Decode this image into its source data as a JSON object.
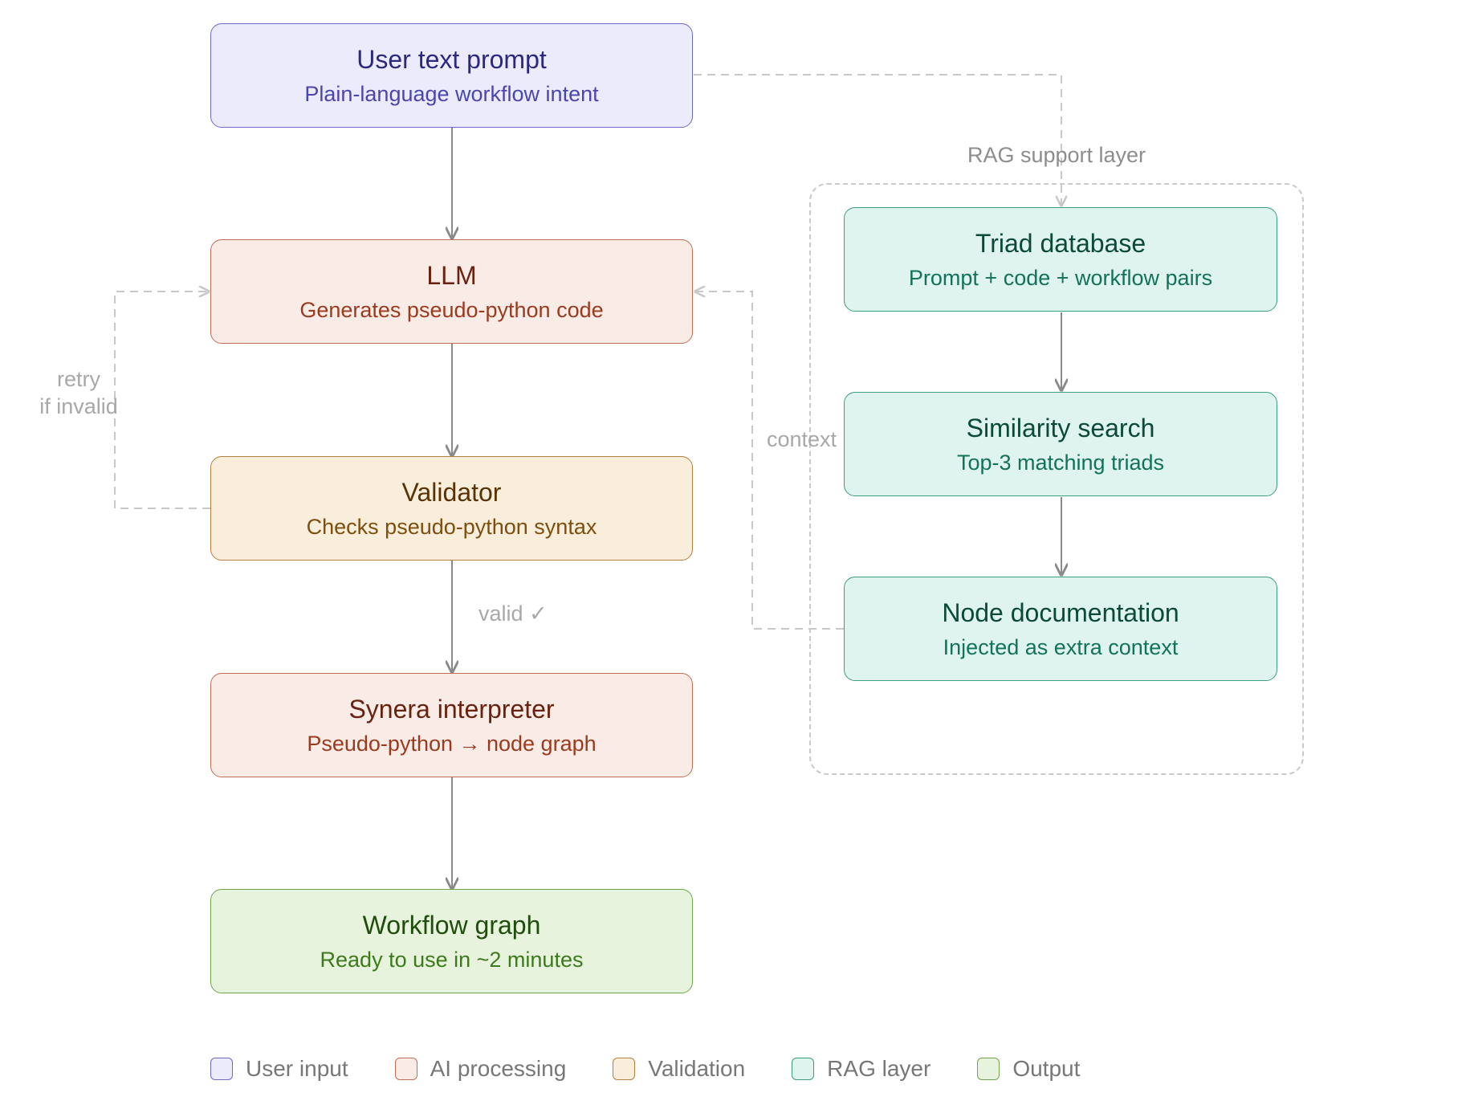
{
  "nodes": {
    "user_prompt": {
      "title": "User text prompt",
      "subtitle": "Plain-language workflow intent",
      "category": "user_input"
    },
    "llm": {
      "title": "LLM",
      "subtitle": "Generates pseudo-python code",
      "category": "ai_processing"
    },
    "validator": {
      "title": "Validator",
      "subtitle": "Checks pseudo-python syntax",
      "category": "validation"
    },
    "interpreter": {
      "title": "Synera interpreter",
      "subtitle": "Pseudo-python → node graph",
      "category": "ai_processing"
    },
    "workflow_graph": {
      "title": "Workflow graph",
      "subtitle": "Ready to use in ~2 minutes",
      "category": "output"
    },
    "triad_db": {
      "title": "Triad database",
      "subtitle": "Prompt + code + workflow pairs",
      "category": "rag_layer"
    },
    "similarity": {
      "title": "Similarity search",
      "subtitle": "Top-3 matching triads",
      "category": "rag_layer"
    },
    "node_docs": {
      "title": "Node documentation",
      "subtitle": "Injected as extra context",
      "category": "rag_layer"
    }
  },
  "group": {
    "label": "RAG support layer"
  },
  "edge_labels": {
    "retry_line1": "retry",
    "retry_line2": "if invalid",
    "context": "context",
    "valid": "valid ✓"
  },
  "edges": [
    {
      "from": "user_prompt",
      "to": "llm",
      "style": "solid"
    },
    {
      "from": "llm",
      "to": "validator",
      "style": "solid"
    },
    {
      "from": "validator",
      "to": "interpreter",
      "style": "solid",
      "label": "valid ✓"
    },
    {
      "from": "interpreter",
      "to": "workflow_graph",
      "style": "solid"
    },
    {
      "from": "validator",
      "to": "llm",
      "style": "dashed",
      "label": "retry if invalid"
    },
    {
      "from": "user_prompt",
      "to": "triad_db",
      "style": "dashed"
    },
    {
      "from": "triad_db",
      "to": "similarity",
      "style": "solid"
    },
    {
      "from": "similarity",
      "to": "node_docs",
      "style": "solid"
    },
    {
      "from": "node_docs",
      "to": "llm",
      "style": "dashed",
      "label": "context"
    }
  ],
  "legend": [
    {
      "label": "User input",
      "fill": "#ebebfb",
      "stroke": "#6e69c8"
    },
    {
      "label": "AI processing",
      "fill": "#f9ece6",
      "stroke": "#bd6e55"
    },
    {
      "label": "Validation",
      "fill": "#f8eedb",
      "stroke": "#b57f3d"
    },
    {
      "label": "RAG layer",
      "fill": "#dff4ee",
      "stroke": "#3d9d80"
    },
    {
      "label": "Output",
      "fill": "#e8f3dd",
      "stroke": "#6ea64c"
    }
  ],
  "colors": {
    "solid_edge": "#8a8a8a",
    "dashed_edge": "#c8c8c8"
  }
}
